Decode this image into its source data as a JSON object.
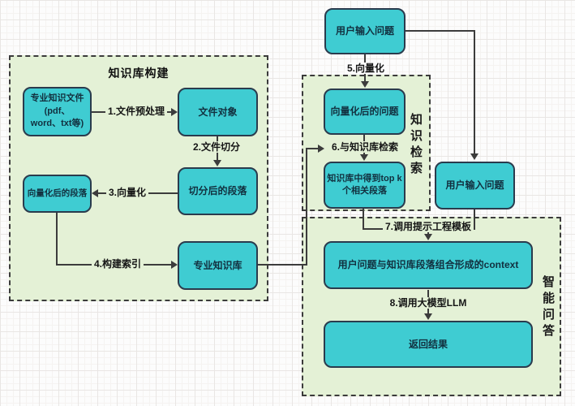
{
  "regions": {
    "kb_construction": {
      "title": "知识库构建"
    },
    "knowledge_retrieval": {
      "title": "知识检索"
    },
    "intelligent_qa": {
      "title": "智能问答"
    }
  },
  "nodes": {
    "knowledge_files": {
      "lines": [
        "专业知识文件",
        "(pdf、",
        "word、txt等)"
      ]
    },
    "file_object": {
      "label": "文件对象"
    },
    "split_paragraphs": {
      "label": "切分后的段落"
    },
    "vectorized_paragraphs": {
      "label": "向量化后的段落"
    },
    "knowledge_base": {
      "label": "专业知识库"
    },
    "user_question_top": {
      "label": "用户输入问题"
    },
    "vectorized_question": {
      "label": "向量化后的问题"
    },
    "topk_paragraphs": {
      "lines": [
        "知识库中得到top k",
        "个相关段落"
      ]
    },
    "user_question_right": {
      "label": "用户输入问题"
    },
    "context_combined": {
      "label": "用户问题与知识库段落组合形成的context"
    },
    "return_result": {
      "label": "返回结果"
    }
  },
  "edges": {
    "e1": "1.文件预处理",
    "e2": "2.文件切分",
    "e3": "3.向量化",
    "e4": "4.构建索引",
    "e5": "5.向量化",
    "e6": "6.与知识库检索",
    "e7": "7.调用提示工程模板",
    "e8": "8.调用大模型LLM"
  },
  "colors": {
    "node_fill": "#3fccd2",
    "node_border": "#2a3b4d",
    "node_text": "#12303f",
    "region_fill": "#e4f1d6",
    "region_border": "#3b3b3b",
    "connector": "#3c3c3c",
    "label_text": "#141414",
    "canvas_bg": "#fcfcfc"
  }
}
